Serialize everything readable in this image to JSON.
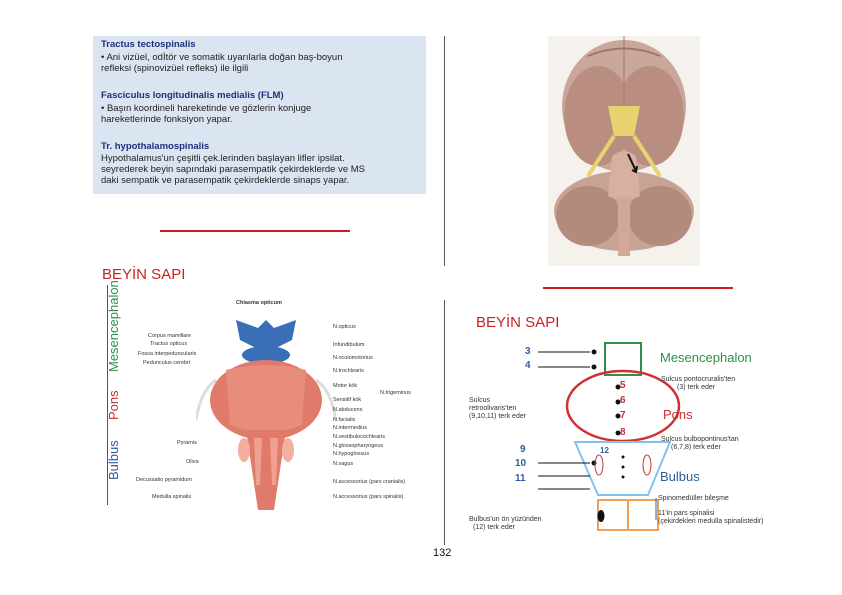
{
  "textbox": {
    "lines": [
      "Tractus tectospinalis",
      "• Ani vizüel, odİtör ve somatik uyarılarla doğan baş-boyun",
      "  refleksi (spinovizüel refleks) ile ilgili",
      "Fasciculus longitudinalis medialis (FLM)",
      "• Başın koordineli hareketinde ve gözlerin konjuge",
      "  hareketlerinde fonksiyon yapar.",
      "Tr. hypothalamospinalis",
      "  Hypothalamus'un çeşitli çek.lerinden başlayan lifler ipsilat.",
      "  seyrederek beyin sapındaki parasempatik çekirdeklerde ve MS",
      "  daki sempatik ve parasempatik çekirdeklerde sinaps yapar."
    ]
  },
  "left_title": "BEYİN SAPI",
  "right_title": "BEYİN SAPI",
  "page_number": "132",
  "left_diagram": {
    "side_labels": [
      "Bulbus",
      "Pons",
      "Mesencephalon"
    ],
    "top_label": "Chiasma opticum",
    "left_labels": [
      "Corpus mamillare",
      "Tractus opticus",
      "Fossa interpeduncularis",
      "Pedunculus cerebri",
      "Pyramis",
      "Oliva",
      "Decussatio pyramidum",
      "Medulla spinalis"
    ],
    "right_labels": [
      "N.opticus",
      "Infundibulum",
      "N.oculomotorius",
      "N.trochlearis",
      "Motor kök",
      "Sensitif kök",
      "N.abducens",
      "N.facialis",
      "N.intermedius",
      "N.vestibulocochlearis",
      "N.glossopharyngeus",
      "N.hypoglossus",
      "N.vagus",
      "N.accessorius (pars cranialis)",
      "N.accessorius (pars spinalis)"
    ],
    "trigeminus": "N.trigeminus"
  },
  "right_diagram": {
    "mesencephalon": "Mesencephalon",
    "pons": "Pons",
    "bulbus": "Bulbus",
    "nums_blue": [
      "3",
      "4",
      "9",
      "10",
      "11"
    ],
    "nums_red": [
      "5",
      "6",
      "7",
      "8"
    ],
    "num_12": "12",
    "note_pontocrural": [
      "Sulcus pontocruralis'ten",
      "(3) terk eder"
    ],
    "note_retroolivaris": [
      "Sulcus",
      "retroolivaris'ten",
      "(9,10,11) terk eder"
    ],
    "note_bulbopontinus": [
      "Sulcus bulbopontinus'tan",
      "(6,7,8) terk eder"
    ],
    "note_spinomeduller": "Spinomedüller bileşme",
    "note_pars_spinalis": [
      "11'in pars spinalisi",
      "(çekirdekleri medulla spinalistedir)"
    ],
    "note_bulbus_front": [
      "Bulbus'un ön yüzünden",
      "(12) terk eder"
    ]
  },
  "colors": {
    "mesencephalon": "#2f8f4a",
    "pons": "#c73030",
    "bulbus": "#2d5f9e",
    "section_rule": "#cc1f1f"
  }
}
